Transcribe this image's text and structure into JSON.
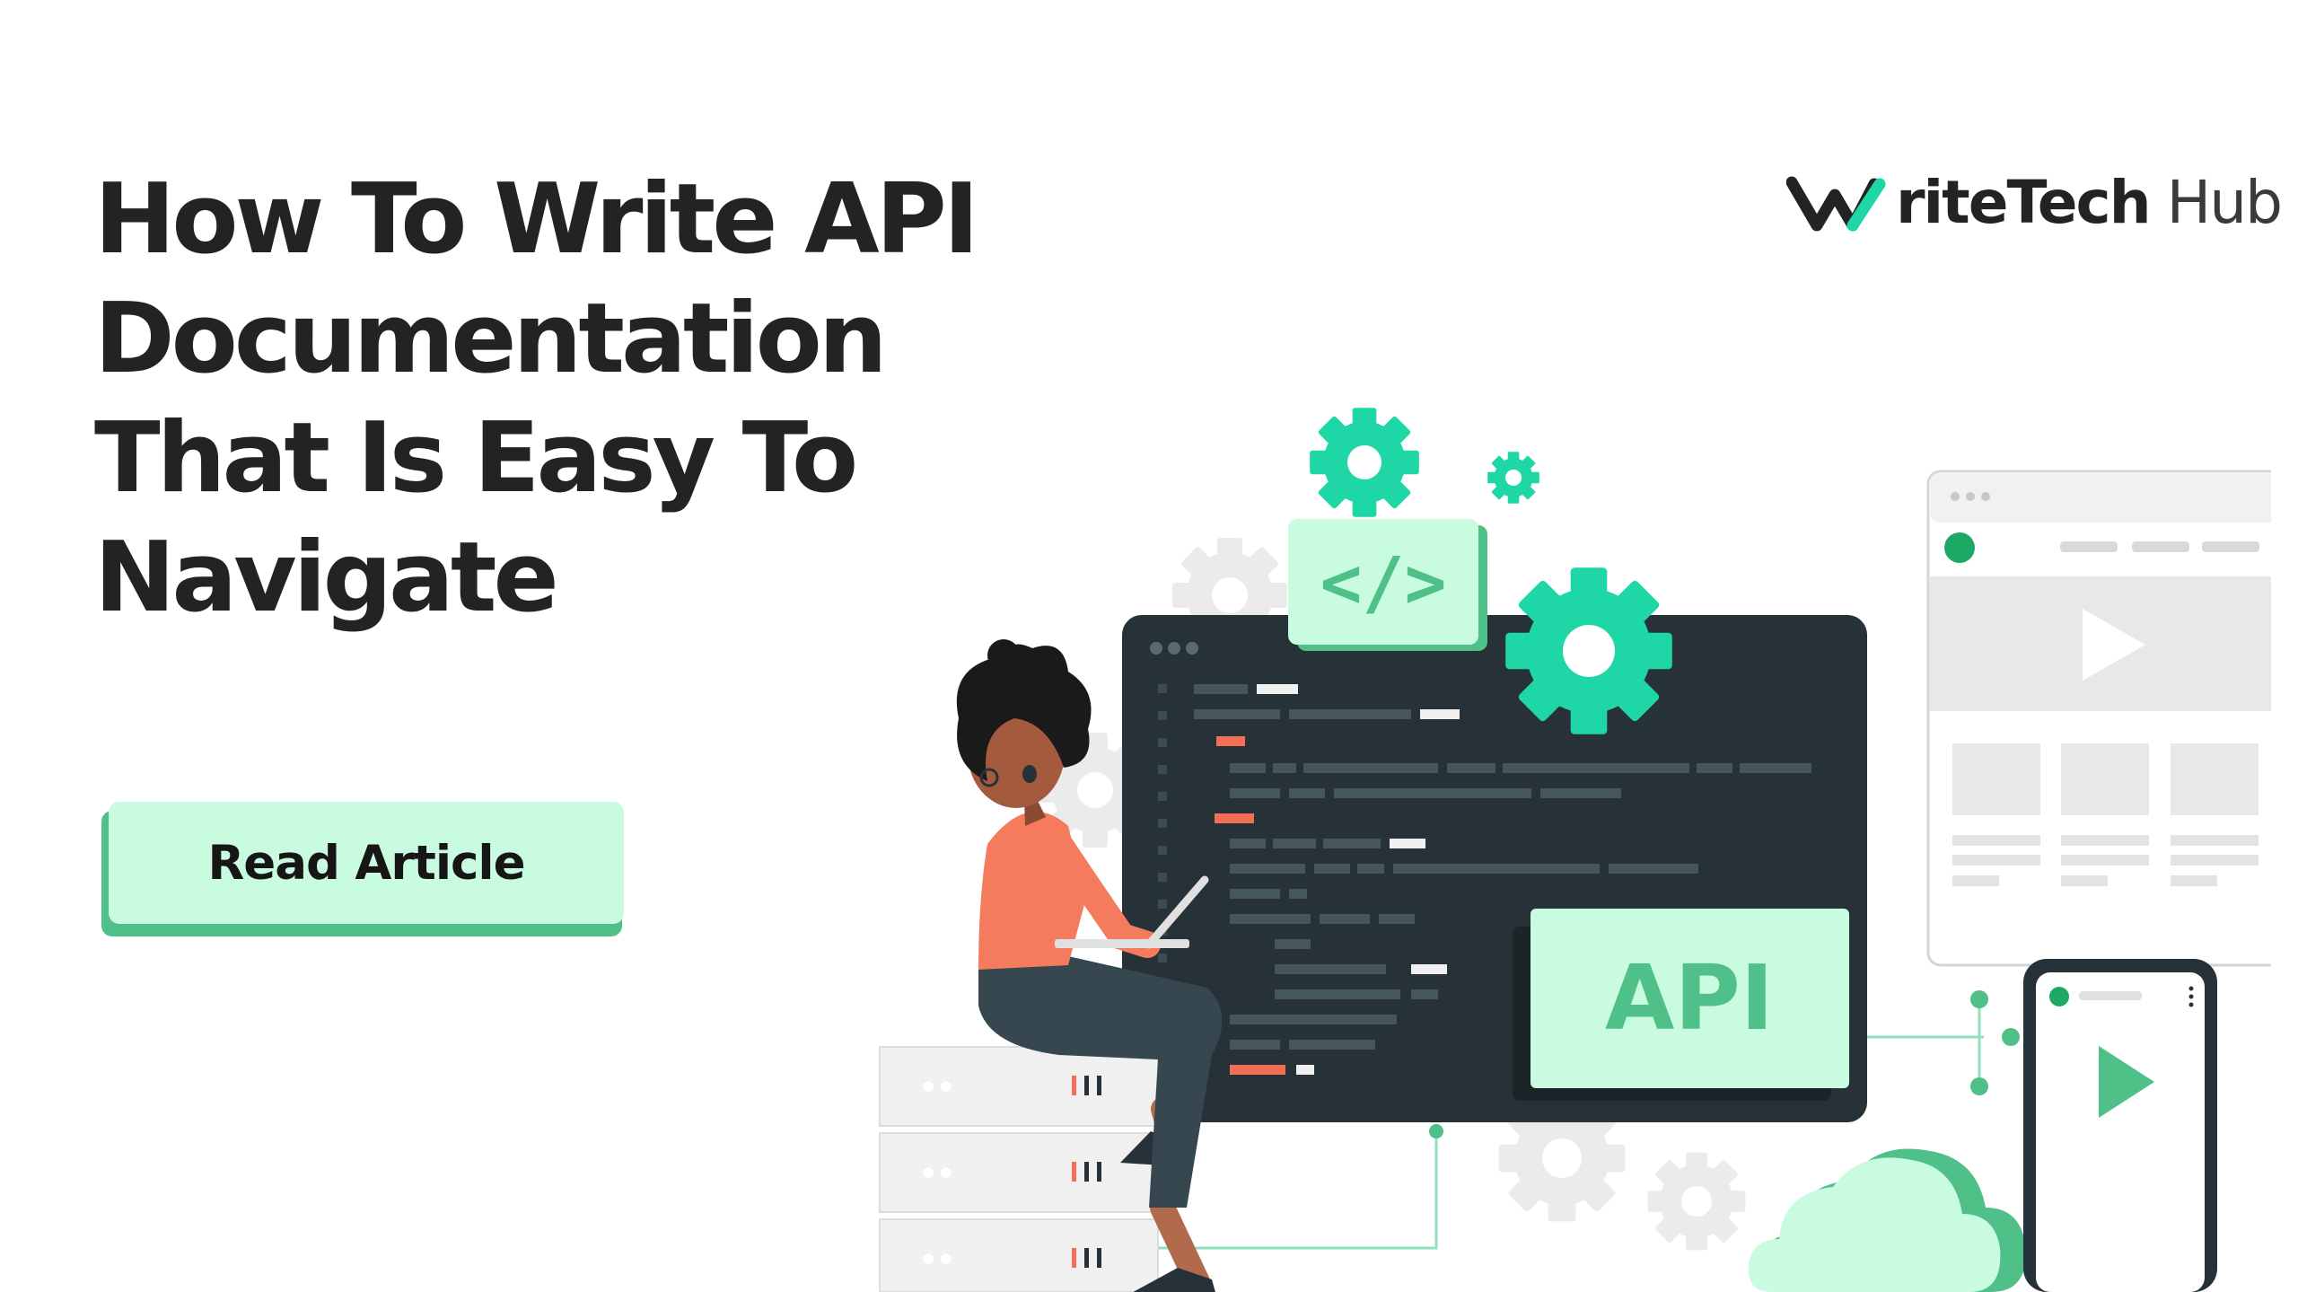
{
  "headline": {
    "line1": "How To Write API",
    "line2": "Documentation",
    "line3": "That Is Easy To",
    "line4": "Navigate"
  },
  "cta": {
    "label": "Read Article"
  },
  "brand": {
    "name_bold": "riteTech",
    "name_light": "Hub"
  },
  "illustration": {
    "code_tag": "</>",
    "api_label": "API"
  },
  "colors": {
    "accent": "#c9fbe1",
    "accent_shadow": "#4fc188",
    "teal": "#1fd6a6",
    "dark_panel": "#263238",
    "text": "#232323"
  }
}
